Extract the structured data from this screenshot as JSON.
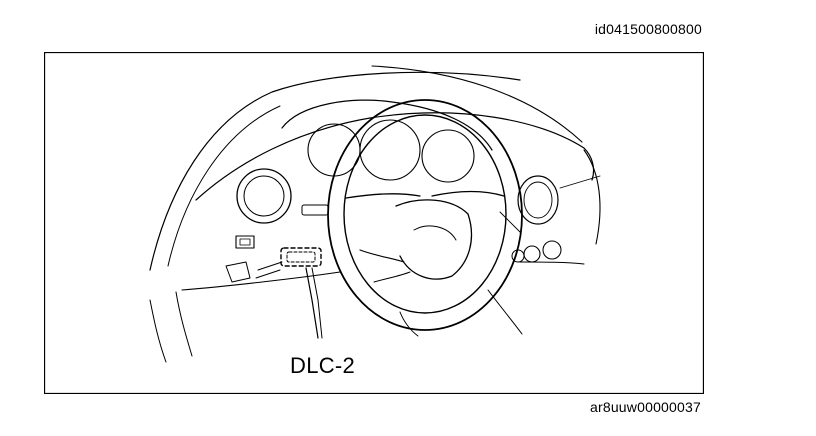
{
  "figure": {
    "id_label": "id041500800800",
    "callout_label": "DLC-2",
    "caption_code": "ar8uuw00000037"
  },
  "icons": {
    "illustration": "dashboard-steering-wheel-line-art"
  }
}
